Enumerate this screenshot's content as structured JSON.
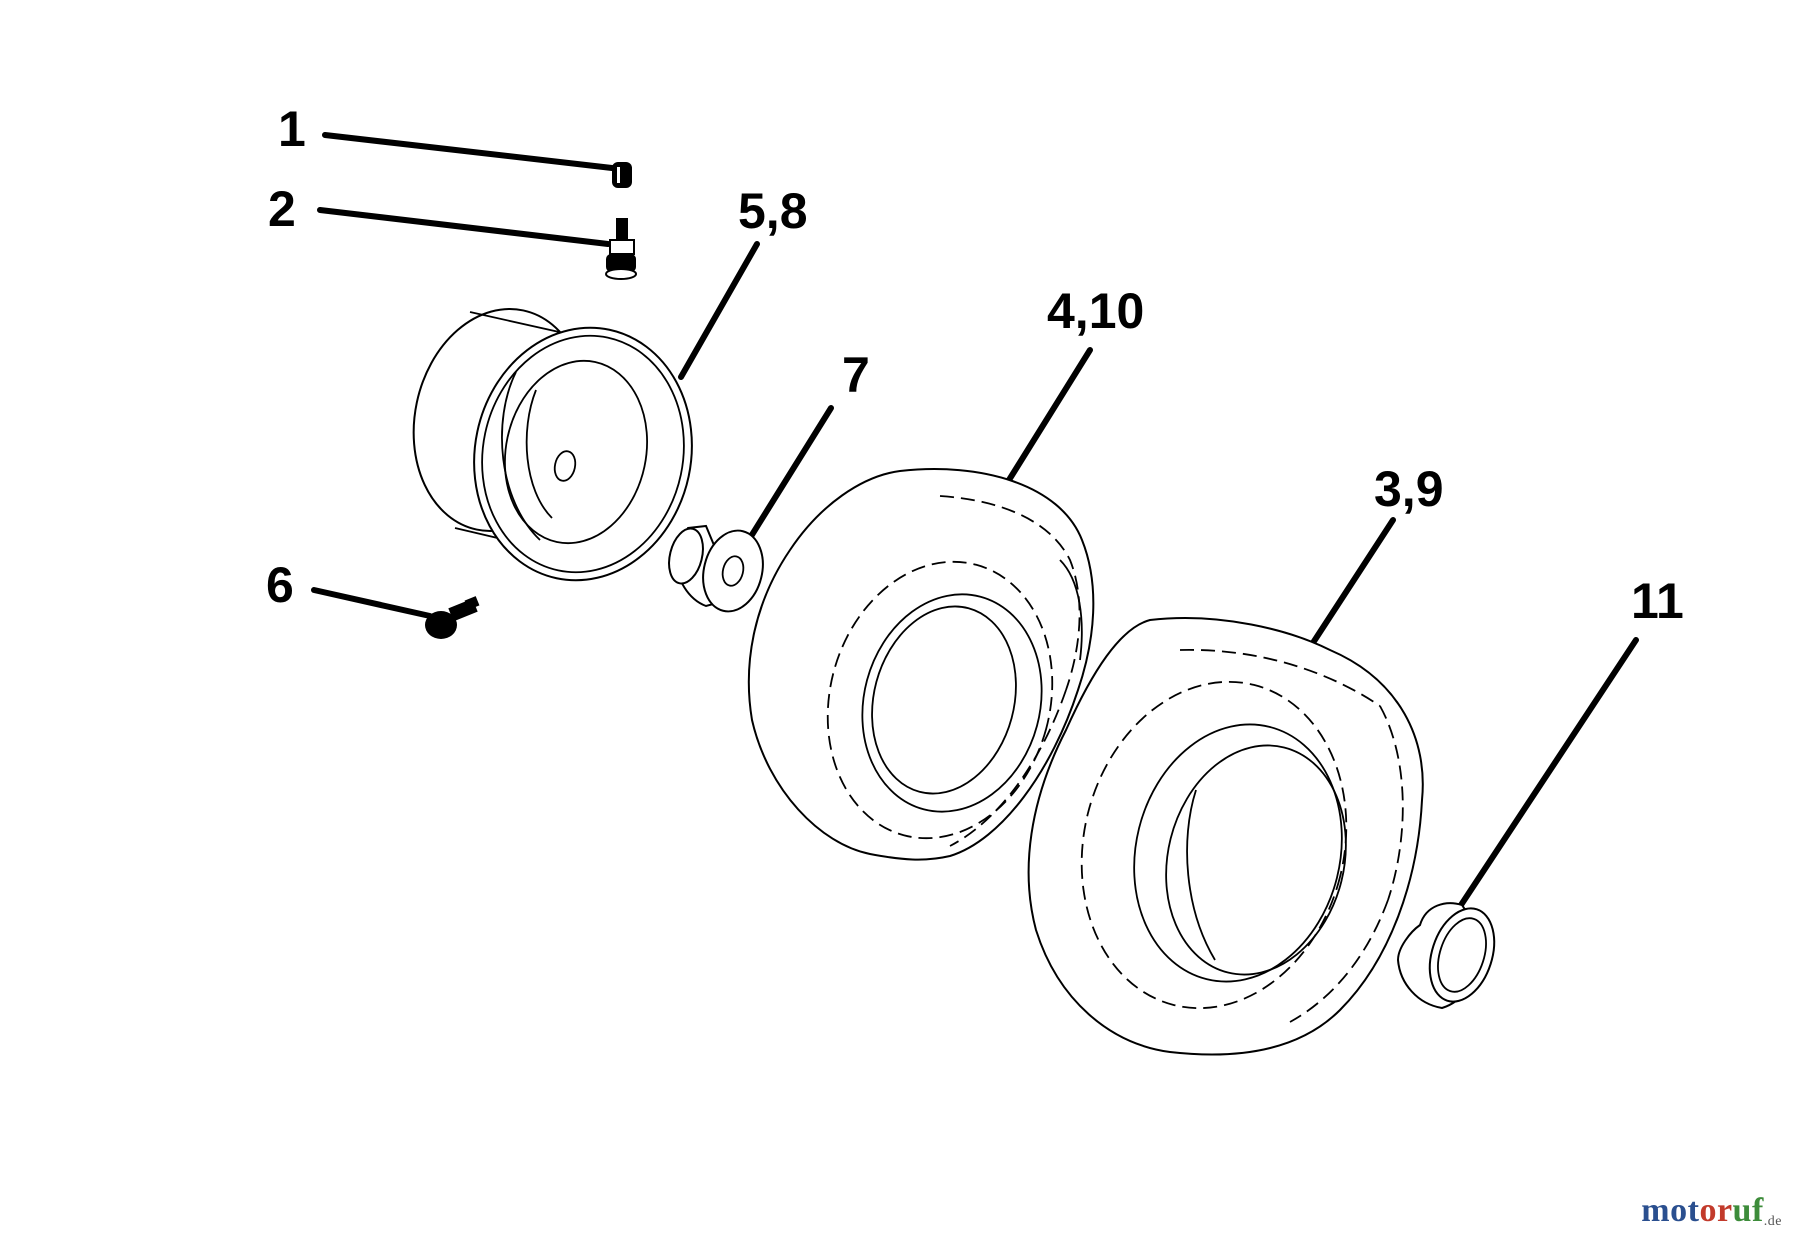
{
  "callouts": {
    "c1": "1",
    "c2": "2",
    "c58": "5,8",
    "c410": "4,10",
    "c7": "7",
    "c39": "3,9",
    "c6": "6",
    "c11": "11"
  },
  "watermark": {
    "part1": "mot",
    "part2": "or",
    "part3": "uf",
    "tld": ".de"
  },
  "colors": {
    "line": "#000000",
    "background": "#ffffff"
  }
}
